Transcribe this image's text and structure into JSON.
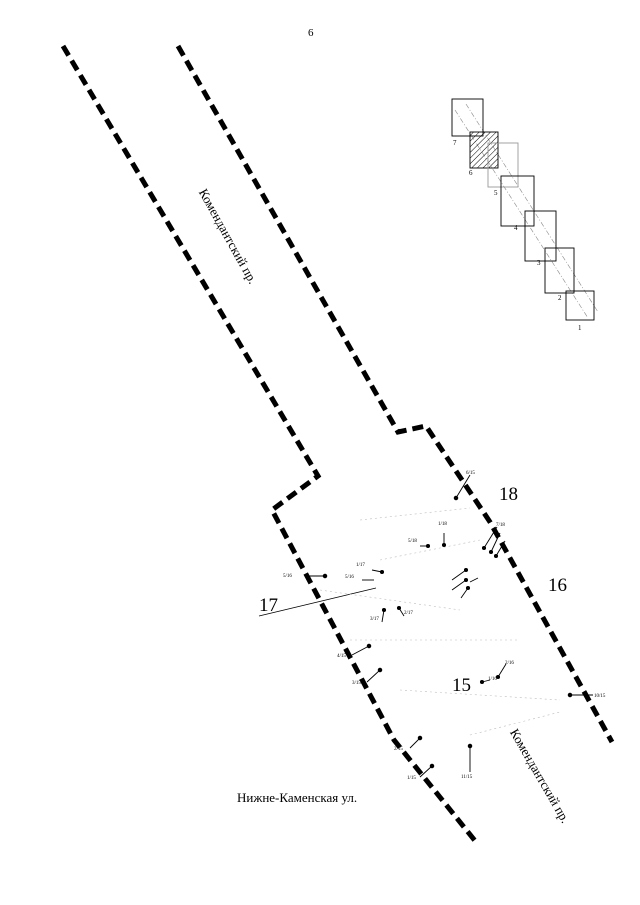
{
  "page_number": "6",
  "streets": {
    "komendantsky_upper": "Комендантский пр.",
    "komendantsky_lower": "Комендантский пр.",
    "nizhne_kamenskaya": "Нижне-Каменская ул."
  },
  "blocks": {
    "b18": "18",
    "b16": "16",
    "b17": "17",
    "b15": "15"
  },
  "key_map": {
    "sheets": [
      "1",
      "2",
      "3",
      "4",
      "5",
      "6",
      "7"
    ],
    "current_sheet": "6"
  },
  "callouts": {
    "c_6_15": "6/15",
    "c_1_18": "1/18",
    "c_7_18": "7/18",
    "c_5_18": "5/18",
    "c_1_17": "1/17",
    "c_5_16": "5/16",
    "c_3_17": "3/17",
    "c_2_17": "2/17",
    "c_5_16b": "5/16",
    "c_4_15": "4/15",
    "c_3_15": "3/15",
    "c_2_16": "2/16",
    "c_1_16": "1/16",
    "c_10_15": "10/15",
    "c_2_15": "2/15",
    "c_1_15": "1/15",
    "c_11_15": "11/15"
  }
}
